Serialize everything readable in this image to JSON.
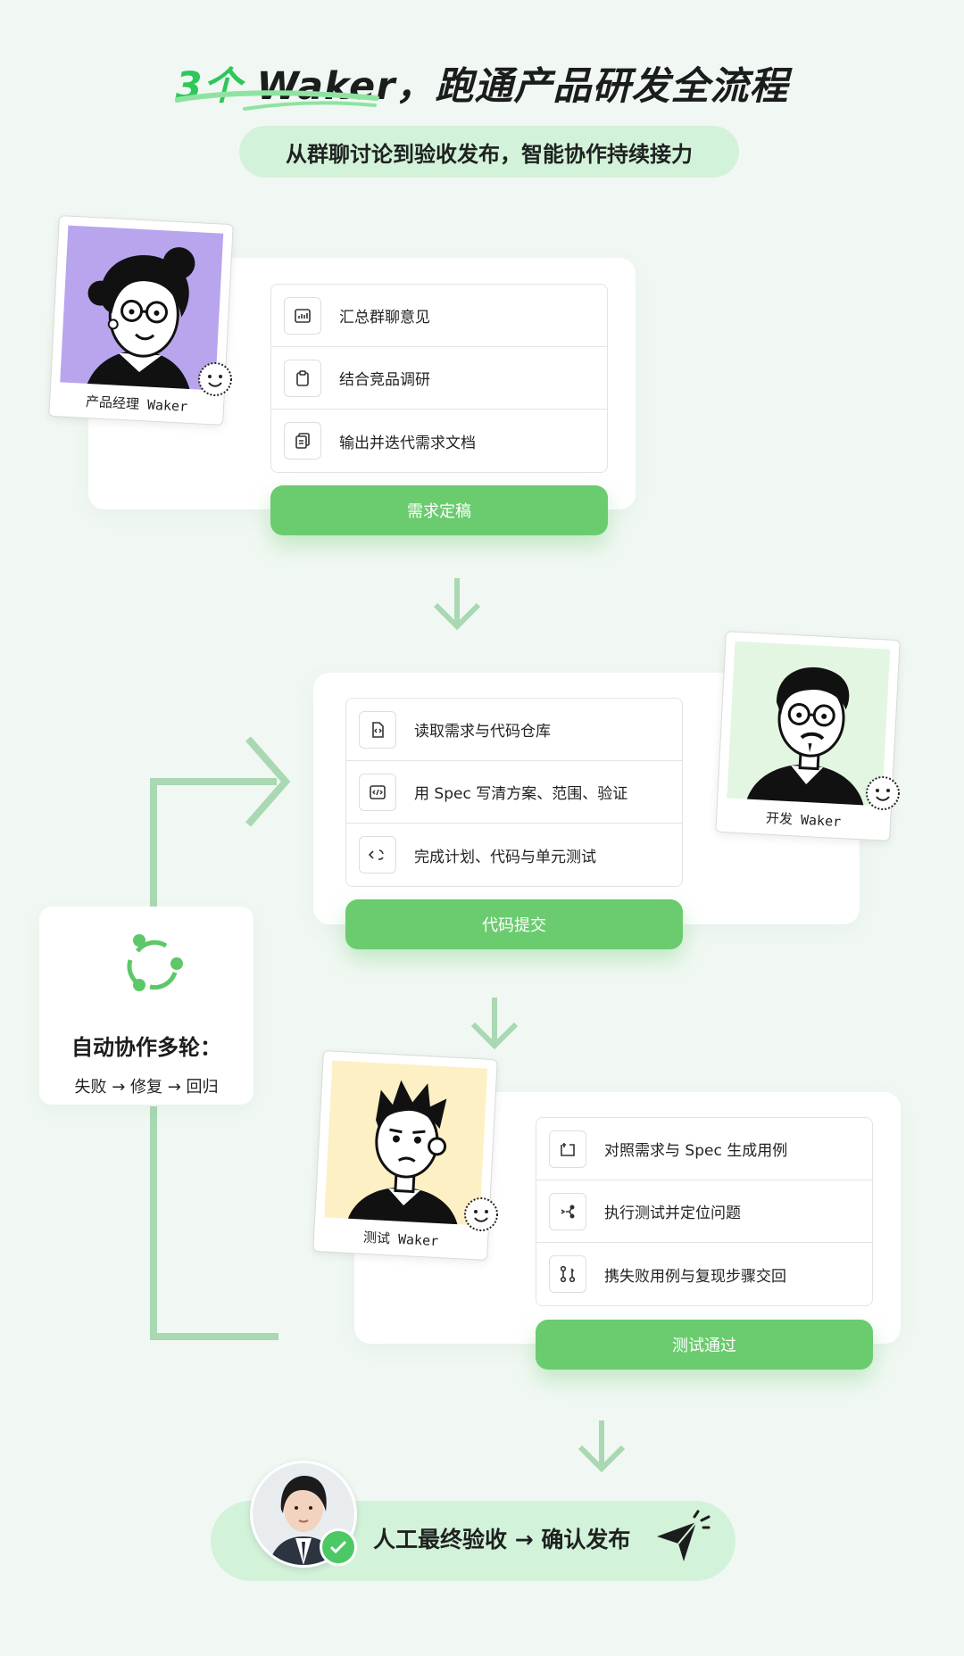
{
  "title": {
    "highlight": "3个",
    "rest": " Waker，跑通产品研发全流程"
  },
  "subtitle": "从群聊讨论到验收发布，智能协作持续接力",
  "stage1": {
    "caption": "产品经理 Waker",
    "tasks": [
      {
        "icon": "chart-icon",
        "label": "汇总群聊意见"
      },
      {
        "icon": "clipboard-icon",
        "label": "结合竞品调研"
      },
      {
        "icon": "documents-icon",
        "label": "输出并迭代需求文档"
      }
    ],
    "button": "需求定稿"
  },
  "stage2": {
    "caption": "开发 Waker",
    "tasks": [
      {
        "icon": "code-file-icon",
        "label": "读取需求与代码仓库"
      },
      {
        "icon": "code-window-icon",
        "label": "用 Spec 写清方案、范围、验证"
      },
      {
        "icon": "code-refresh-icon",
        "label": "完成计划、代码与单元测试"
      }
    ],
    "button": "代码提交"
  },
  "stage3": {
    "caption": "测试 Waker",
    "tasks": [
      {
        "icon": "test-case-icon",
        "label": "对照需求与 Spec 生成用例"
      },
      {
        "icon": "trace-icon",
        "label": "执行测试并定位问题"
      },
      {
        "icon": "branch-icon",
        "label": "携失败用例与复现步骤交回"
      }
    ],
    "button": "测试通过"
  },
  "loop": {
    "title": "自动协作多轮：",
    "sub": "失败 → 修复 → 回归"
  },
  "final": {
    "text": "人工最终验收 → 确认发布"
  },
  "colors": {
    "background": "#f1f8f3",
    "accent": "#6bcb6f",
    "pill": "#d3f2da",
    "arrow": "#a9d8b3",
    "purple": "#b9a4ee",
    "mint": "#e3f6e2",
    "cream": "#fdf0c4"
  }
}
